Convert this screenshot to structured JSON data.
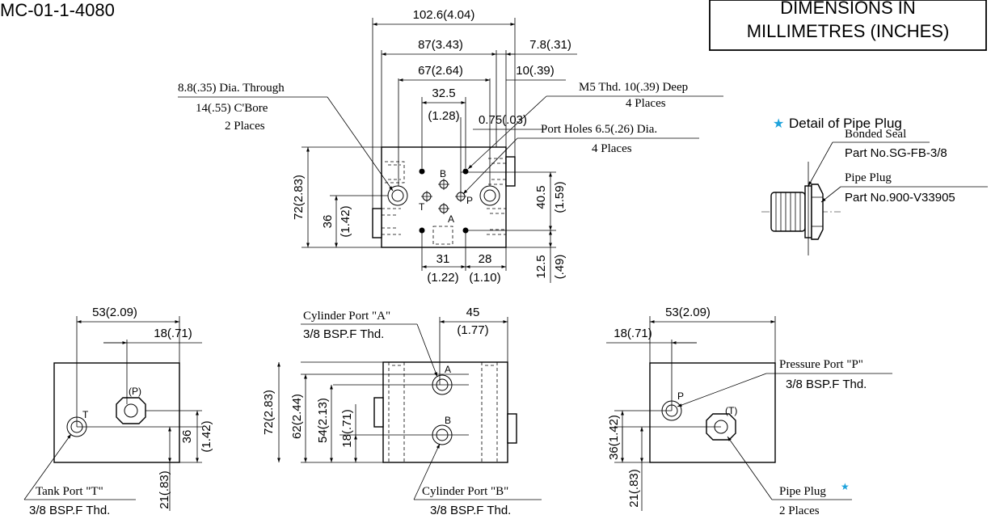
{
  "part_number": "MC-01-1-4080",
  "title_box": {
    "line1": "DIMENSIONS IN",
    "line2": "MILLIMETRES (INCHES)"
  },
  "top_view": {
    "dim_overall": "102.6(4.04)",
    "dim_87": "87(3.43)",
    "dim_7_8": "7.8(.31)",
    "dim_67": "67(2.64)",
    "dim_10": "10(.39)",
    "dim_32_5": "32.5",
    "dim_1_28": "(1.28)",
    "dim_0_75": "0.75(.03)",
    "callout_dia_through": "8.8(.35) Dia. Through",
    "callout_cbore": "14(.55) C'Bore",
    "callout_places2": "2 Places",
    "callout_m5": "M5 Thd. 10(.39) Deep",
    "callout_m5_places": "4 Places",
    "callout_port_holes": "Port Holes 6.5(.26) Dia.",
    "callout_port_places": "4 Places",
    "dim_72": "72(2.83)",
    "dim_36": "36",
    "dim_1_42": "(1.42)",
    "dim_40_5": "40.5",
    "dim_1_59": "(1.59)",
    "dim_12_5": "12.5",
    "dim_49": "(.49)",
    "dim_31": "31",
    "dim_1_22": "(1.22)",
    "dim_28": "28",
    "dim_1_10": "(1.10)",
    "port_b": "B",
    "port_t": "T",
    "port_p": "P",
    "port_a": "A"
  },
  "pipe_plug_detail": {
    "heading": "Detail of Pipe Plug",
    "bonded_seal": "Bonded Seal",
    "seal_part": "Part No.SG-FB-3/8",
    "pipe_plug": "Pipe Plug",
    "plug_part": "Part No.900-V33905"
  },
  "left_view": {
    "dim_53": "53(2.09)",
    "dim_18": "18(.71)",
    "label_t": "T",
    "label_p": "(P)",
    "dim_36": "36",
    "dim_1_42": "(1.42)",
    "dim_21": "21(.83)",
    "tank_port": "Tank Port \"T\"",
    "tank_thread": "3/8 BSP.F Thd."
  },
  "front_view": {
    "cyl_a": "Cylinder Port \"A\"",
    "cyl_a_thread": "3/8 BSP.F Thd.",
    "dim_45": "45",
    "dim_1_77": "(1.77)",
    "dim_72": "72(2.83)",
    "dim_62": "62(2.44)",
    "dim_54": "54(2.13)",
    "dim_18": "18(.71)",
    "label_a": "A",
    "label_b": "B",
    "cyl_b": "Cylinder Port \"B\"",
    "cyl_b_thread": "3/8 BSP.F Thd."
  },
  "right_view": {
    "dim_53": "53(2.09)",
    "dim_18": "18(.71)",
    "pressure_port": "Pressure Port \"P\"",
    "pressure_thread": "3/8 BSP.F Thd.",
    "label_p": "P",
    "label_t": "(T)",
    "dim_36": "36(1.42)",
    "dim_21": "21(.83)",
    "pipe_plug": "Pipe Plug",
    "places": "2 Places"
  },
  "colors": {
    "star": "#1ea3dc",
    "line": "#000000"
  }
}
